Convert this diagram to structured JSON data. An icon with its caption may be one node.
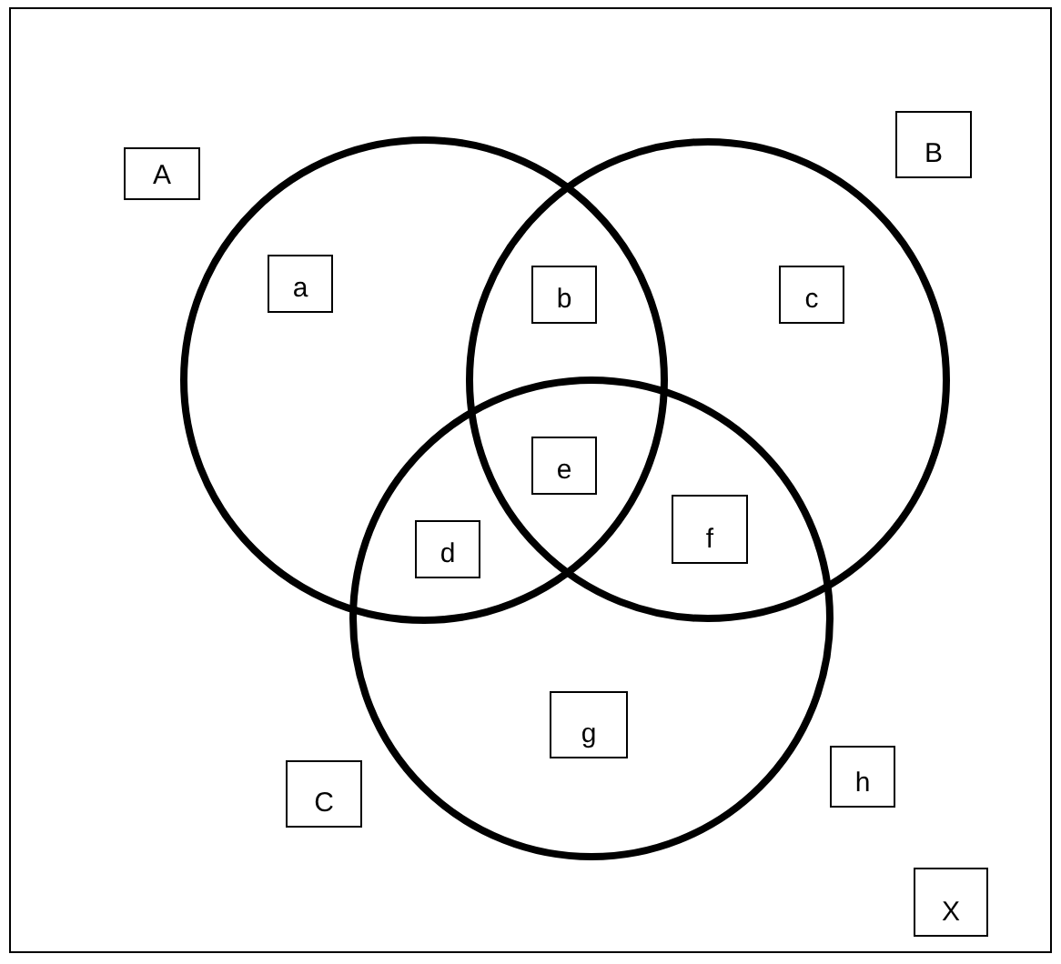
{
  "diagram": {
    "nodes": [
      {
        "text": [
          "B"
        ]
      },
      {
        "text": [
          "A"
        ]
      },
      {
        "text": [
          "a"
        ]
      },
      {
        "text": [
          "b"
        ]
      },
      {
        "text": [
          "c"
        ]
      },
      {
        "text": [
          "e"
        ]
      },
      {
        "text": [
          "f"
        ]
      },
      {
        "text": [
          "d"
        ]
      },
      {
        "text": [
          "g"
        ]
      },
      {
        "text": [
          "h"
        ]
      },
      {
        "text": [
          "C"
        ]
      },
      {
        "text": [
          "X"
        ]
      }
    ]
  }
}
